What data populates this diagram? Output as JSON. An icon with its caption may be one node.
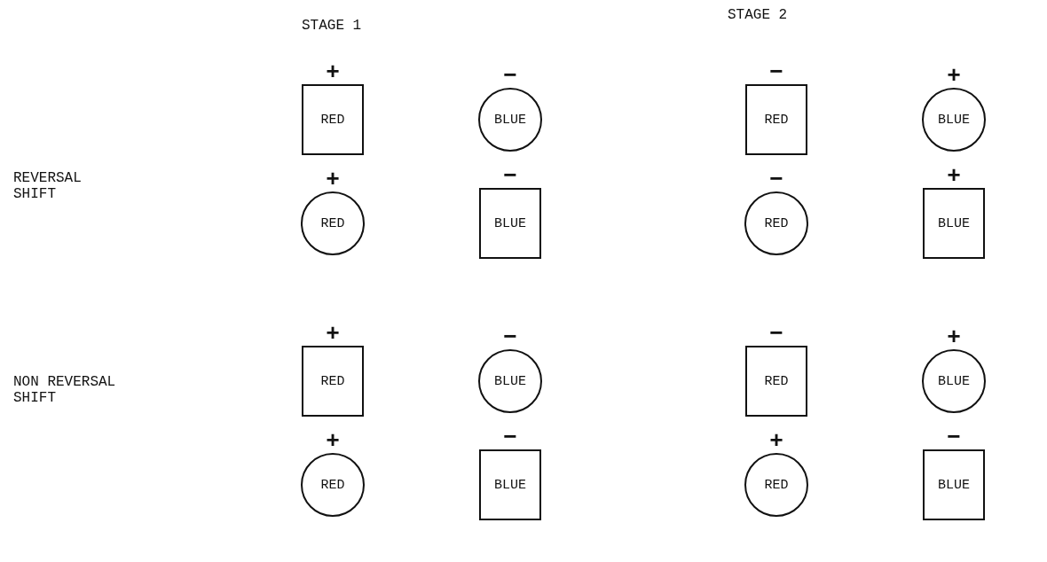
{
  "diagram": {
    "nodes": [
      {
        "text": [
          "RED"
        ],
        "beside": [
          "+"
        ]
      },
      {
        "text": [
          "BLUE"
        ],
        "beside": [
          "−"
        ]
      },
      {
        "text": [
          "RED"
        ],
        "beside": [
          "−"
        ]
      },
      {
        "text": [
          "BLUE"
        ],
        "beside": [
          "+"
        ]
      },
      {
        "text": [
          "RED"
        ],
        "beside": [
          "+"
        ]
      },
      {
        "text": [
          "BLUE"
        ],
        "beside": [
          "−"
        ]
      },
      {
        "text": [
          "RED"
        ],
        "beside": [
          "−"
        ]
      },
      {
        "text": [
          "BLUE"
        ],
        "beside": [
          "+"
        ]
      },
      {
        "text": [
          "RED"
        ],
        "beside": [
          "+"
        ]
      },
      {
        "text": [
          "BLUE"
        ],
        "beside": [
          "−"
        ]
      },
      {
        "text": [
          "RED"
        ],
        "beside": [
          "−"
        ]
      },
      {
        "text": [
          "BLUE"
        ],
        "beside": [
          "+"
        ]
      },
      {
        "text": [
          "RED"
        ],
        "beside": [
          "+"
        ]
      },
      {
        "text": [
          "BLUE"
        ],
        "beside": [
          "−"
        ]
      },
      {
        "text": [
          "RED"
        ],
        "beside": [
          "+"
        ]
      },
      {
        "text": [
          "BLUE"
        ],
        "beside": [
          "−"
        ]
      }
    ],
    "labels": [
      "STAGE 1",
      "STAGE 2",
      "REVERSAL SHIFT",
      "NON REVERSAL SHIFT"
    ]
  }
}
